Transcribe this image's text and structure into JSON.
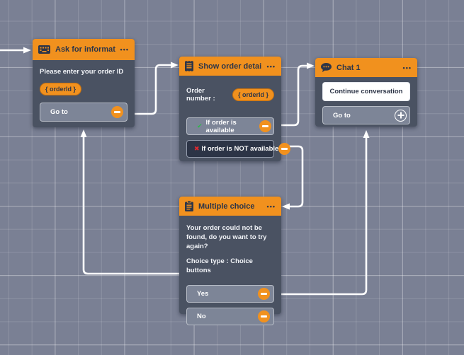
{
  "canvas": {
    "background_color": "#7a8094",
    "grid_line_color": "#9aa0b2"
  },
  "colors": {
    "accent_orange": "#f1911e",
    "node_body": "#4a5262",
    "dark_button": "#2c3446",
    "light_button": "#7d8597",
    "success_green": "#2eb84b",
    "error_red": "#e1282e",
    "header_text": "#2e3648",
    "wire": "#ffffff"
  },
  "icons": {
    "more_options": "•••",
    "check": "✔",
    "cross": "✖"
  },
  "nodes": [
    {
      "id": "ask-for-information",
      "title": "Ask for information",
      "icon": "keyboard-icon",
      "prompt": "Please enter your order ID",
      "variable": "{ orderId }",
      "outputs": [
        {
          "label": "Go to",
          "port": "minus"
        }
      ]
    },
    {
      "id": "show-order-details",
      "title": "Show order details",
      "icon": "receipt-icon",
      "field_label": "Order number :",
      "variable": "{ orderId }",
      "outputs": [
        {
          "label": "If order is available",
          "status": "success",
          "port": "minus"
        },
        {
          "label": "If order is NOT available",
          "status": "error",
          "port": "minus"
        }
      ]
    },
    {
      "id": "chat-1",
      "title": "Chat 1",
      "icon": "chat-bubble-icon",
      "action": "Continue conversation",
      "outputs": [
        {
          "label": "Go to",
          "port": "plus"
        }
      ]
    },
    {
      "id": "multiple-choice",
      "title": "Multiple choice",
      "icon": "clipboard-icon",
      "prompt": "Your order could not be found, do you want to try again?",
      "choice_type": "Choice type : Choice buttons",
      "outputs": [
        {
          "label": "Yes",
          "port": "minus"
        },
        {
          "label": "No",
          "port": "minus"
        }
      ]
    }
  ],
  "connections": [
    {
      "from": "canvas-left-edge",
      "to": "ask-for-information"
    },
    {
      "from": "ask-for-information.go-to",
      "to": "show-order-details"
    },
    {
      "from": "show-order-details.if-order-is-available",
      "to": "chat-1"
    },
    {
      "from": "show-order-details.if-order-is-not-available",
      "to": "multiple-choice"
    },
    {
      "from": "multiple-choice.yes",
      "to": "ask-for-information"
    },
    {
      "from": "multiple-choice.no",
      "to": "chat-1"
    }
  ]
}
